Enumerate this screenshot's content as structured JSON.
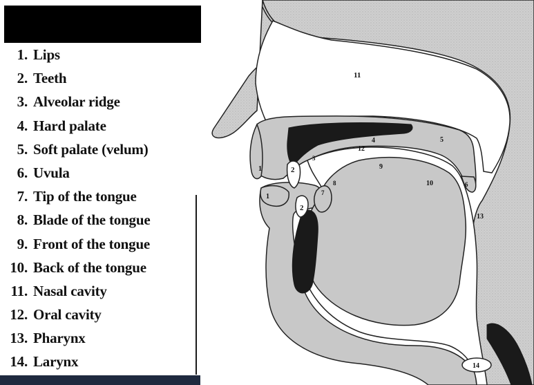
{
  "legend": {
    "items": [
      {
        "number": "1.",
        "label": "Lips"
      },
      {
        "number": "2.",
        "label": "Teeth"
      },
      {
        "number": "3.",
        "label": "Alveolar ridge"
      },
      {
        "number": "4.",
        "label": "Hard palate"
      },
      {
        "number": "5.",
        "label": "Soft palate (velum)"
      },
      {
        "number": "6.",
        "label": "Uvula"
      },
      {
        "number": "7.",
        "label": "Tip of the tongue"
      },
      {
        "number": "8.",
        "label": "Blade of the tongue"
      },
      {
        "number": "9.",
        "label": "Front of the tongue"
      },
      {
        "number": "10.",
        "label": "Back of the tongue"
      },
      {
        "number": "11.",
        "label": "Nasal cavity"
      },
      {
        "number": "12.",
        "label": "Oral cavity"
      },
      {
        "number": "13.",
        "label": "Pharynx"
      },
      {
        "number": "14.",
        "label": "Larynx"
      }
    ]
  },
  "diagram": {
    "labels": {
      "upper_lip": "1",
      "lower_lip": "1",
      "upper_teeth": "2",
      "lower_teeth": "2",
      "alveolar_ridge": "3",
      "hard_palate": "4",
      "soft_palate": "5",
      "uvula": "6",
      "tongue_tip": "7",
      "tongue_blade": "8",
      "tongue_front": "9",
      "tongue_back": "10",
      "nasal_cavity": "11",
      "oral_cavity": "12",
      "pharynx": "13",
      "larynx": "14"
    }
  },
  "colors": {
    "background_tissue": "#d2d2d2",
    "soft_tissue": "#c8c8c8",
    "bone_dark": "#1a1a1a",
    "cavity_white": "#ffffff"
  }
}
